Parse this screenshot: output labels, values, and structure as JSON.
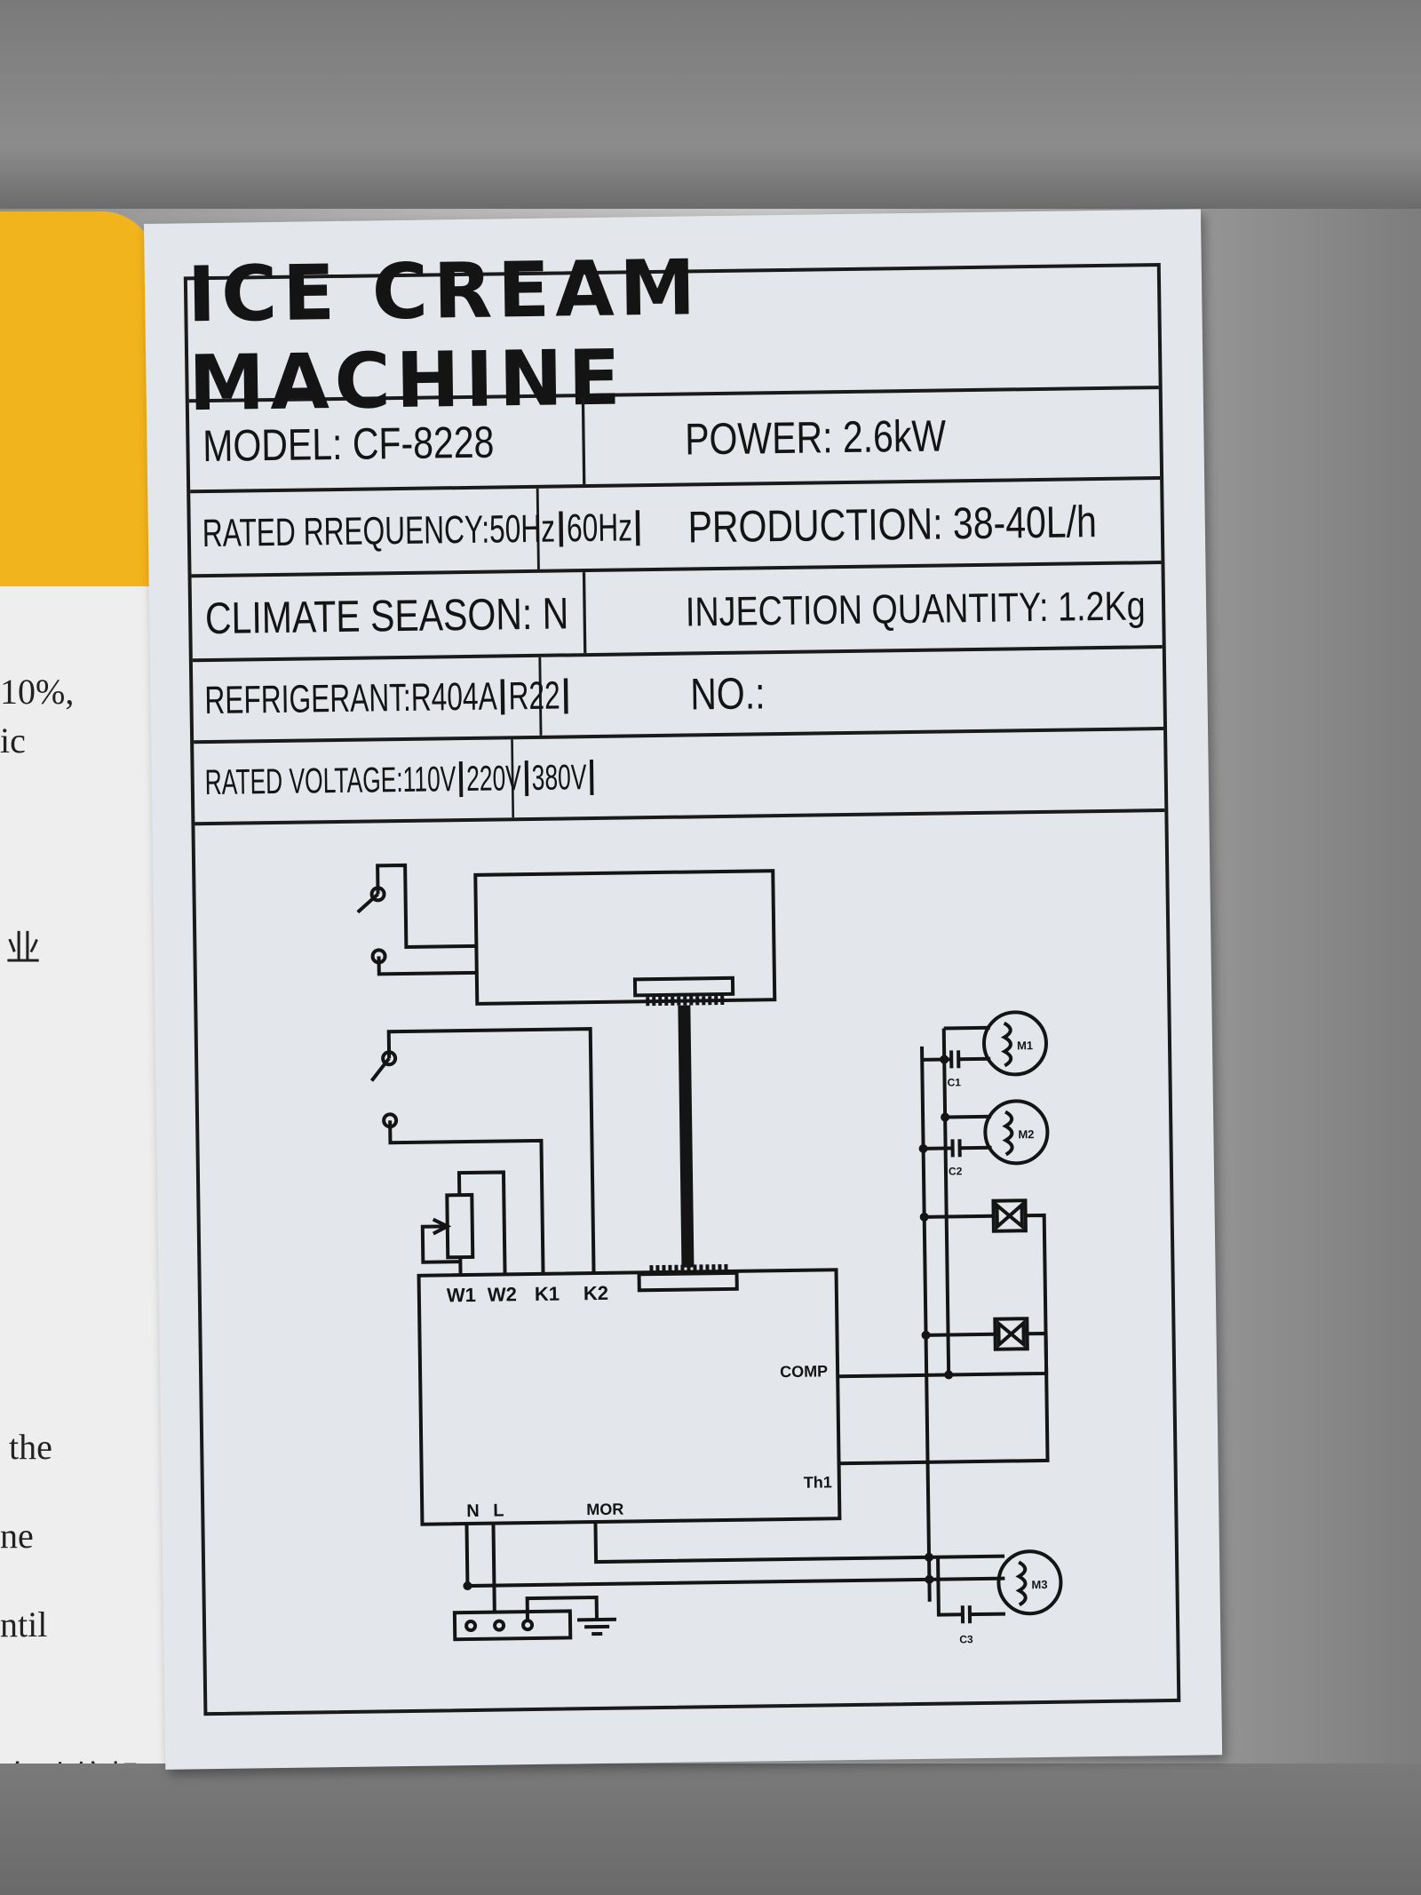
{
  "plate": {
    "title": "ICE CREAM MACHINE",
    "model": "MODEL: CF-8228",
    "power": "POWER: 2.6kW",
    "frequency": "RATED RREQUENCY:",
    "freq_opt1": "50Hz",
    "freq_opt2": "60Hz",
    "production": "PRODUCTION: 38-40L/h",
    "climate": "CLIMATE SEASON: N",
    "injection": "INJECTION QUANTITY: 1.2Kg",
    "refrigerant": "REFRIGERANT:",
    "ref_opt1": "R404A",
    "ref_opt2": "R22",
    "number": "NO.:",
    "voltage": "RATED VOLTAGE:",
    "volt_opt1": "110V",
    "volt_opt2": "220V",
    "volt_opt3": "380V"
  },
  "diagram": {
    "terminals": [
      "W1",
      "W2",
      "K1",
      "K2"
    ],
    "supply": [
      "N",
      "L"
    ],
    "comp": "COMP",
    "th1": "Th1",
    "mor": "MOR",
    "motors": [
      "M1",
      "M2",
      "M3"
    ],
    "caps": [
      "C1",
      "C2",
      "C3"
    ]
  },
  "paper": {
    "lines": [
      "10%,",
      "ic",
      "业",
      "the",
      "ne",
      "ntil",
      "自动停机."
    ]
  },
  "colors": {
    "plate": "#e3e7ec",
    "ink": "#141414",
    "yellow": "#f2b41c"
  }
}
